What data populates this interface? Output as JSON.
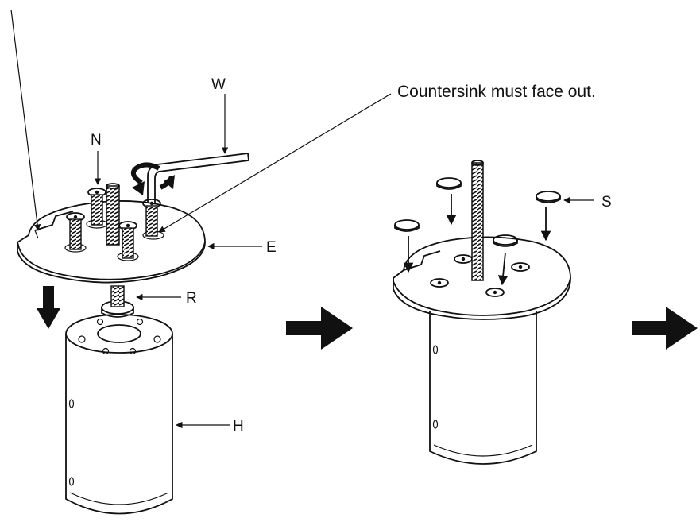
{
  "labels": {
    "w": "W",
    "n": "N",
    "e": "E",
    "r": "R",
    "h": "H",
    "s": "S"
  },
  "note": "Countersink must face out.",
  "colors": {
    "ink": "#111111",
    "fill": "#ffffff",
    "arrow": "#111111"
  }
}
